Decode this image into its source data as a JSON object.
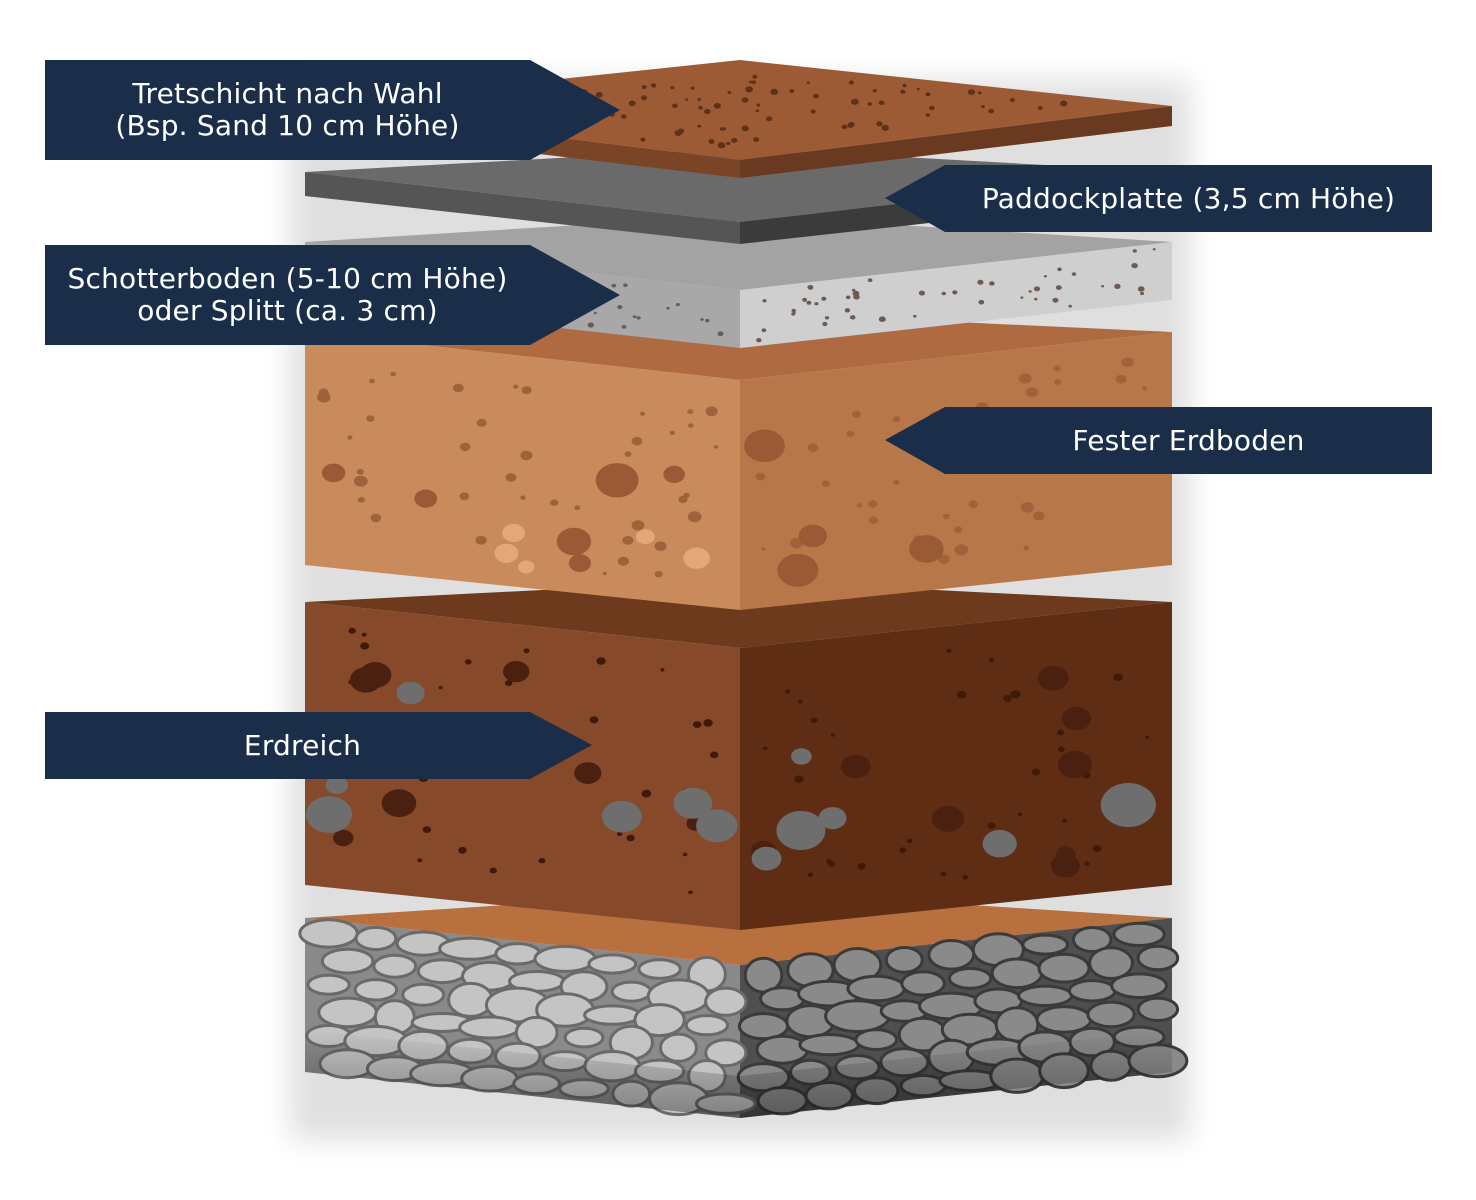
{
  "colors": {
    "label_bg": "#1a2e4a",
    "sand_top": "#a0603a",
    "sand_front": "#7a4527",
    "plate_top": "#666666",
    "plate_front": "#404040",
    "gravel_top": "#a3a3a3",
    "gravel_front": "#c9c9c9",
    "firm_soil_top": "#b86f48",
    "firm_soil_front_left": "#c98a5c",
    "firm_soil_front_right": "#b97a4c",
    "earth_top": "#6d3a1e",
    "earth_front_left": "#86492a",
    "earth_front_right": "#633016",
    "rock_base_left": "#8c8c8c",
    "rock_base_right": "#555555"
  },
  "labels": {
    "tretschicht": {
      "line1": "Tretschicht nach Wahl",
      "line2": "(Bsp. Sand 10 cm Höhe)"
    },
    "paddockplatte": {
      "line1": "Paddockplatte (3,5 cm Höhe)"
    },
    "schotterboden": {
      "line1": "Schotterboden (5-10 cm Höhe)",
      "line2": "oder Splitt (ca. 3 cm)"
    },
    "fester_erdboden": {
      "line1": "Fester Erdboden"
    },
    "erdreich": {
      "line1": "Erdreich"
    }
  }
}
